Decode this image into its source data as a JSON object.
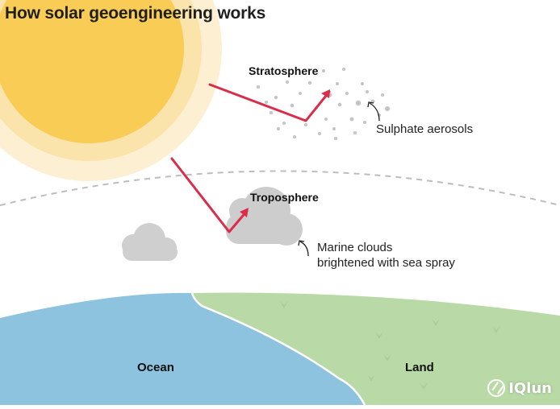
{
  "title": "How solar geoengineering works",
  "labels": {
    "stratosphere": "Stratosphere",
    "troposphere": "Troposphere",
    "sulphate": "Sulphate aerosols",
    "marine_line1": "Marine clouds",
    "marine_line2": "brightened with sea spray",
    "ocean": "Ocean",
    "land": "Land"
  },
  "watermark": {
    "text": "IQlun"
  },
  "colors": {
    "sun_core": "#f9cc55",
    "sun_halo": "#fbe6b8",
    "ray": "#d92d4a",
    "cloud": "#cfcfcf",
    "ocean": "#8ec3df",
    "land": "#b8d9a6",
    "aerosol": "#bdbdbd"
  }
}
